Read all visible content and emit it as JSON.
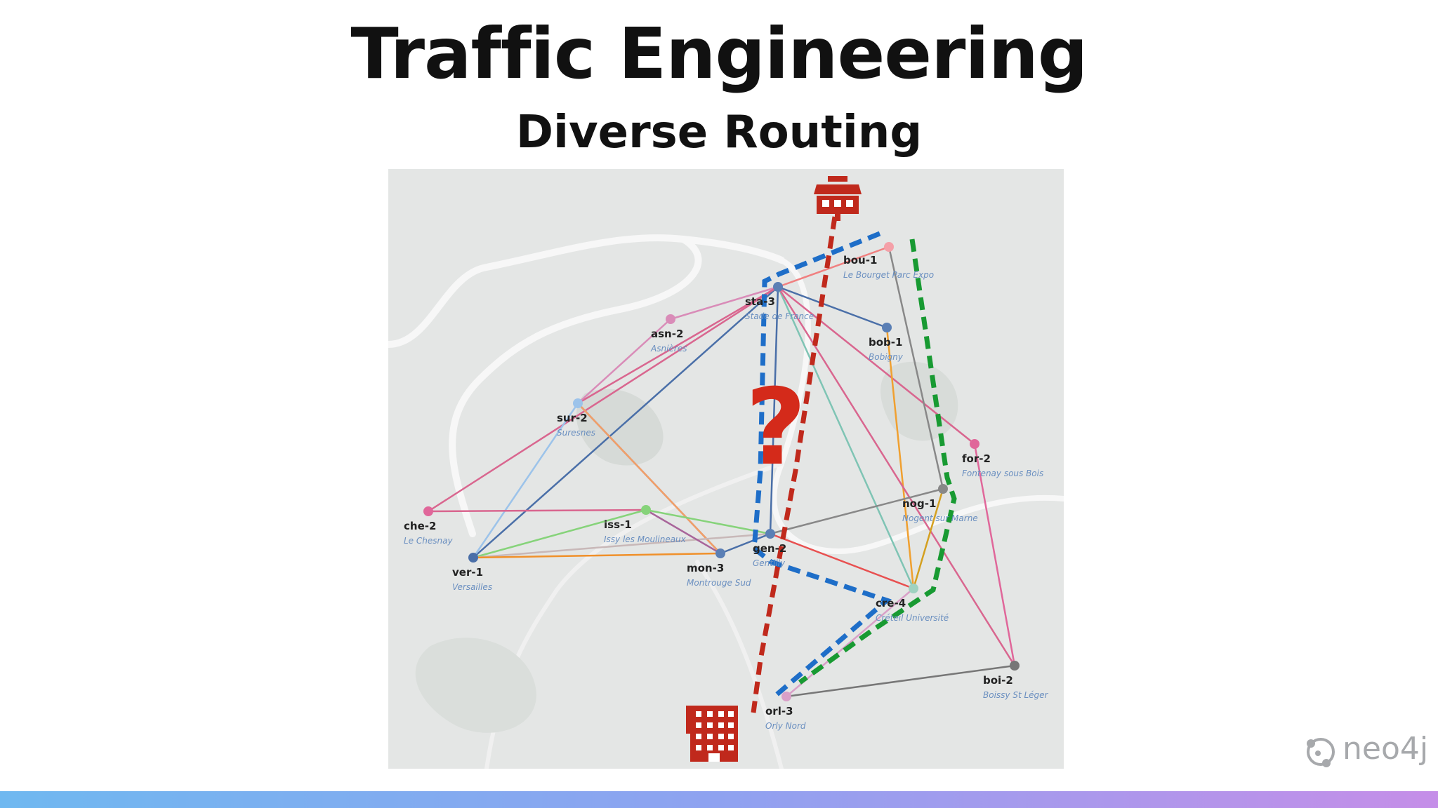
{
  "slide": {
    "title": "Traffic Engineering",
    "subtitle": "Diverse Routing",
    "brand": "neo4j",
    "question_mark": "?"
  },
  "nodes": [
    {
      "id": "bou-1",
      "label": "bou-1",
      "place": "Le Bourget Parc Expo",
      "color": "#f4a0a8"
    },
    {
      "id": "sta-3",
      "label": "sta-3",
      "place": "Stade de France",
      "color": "#5a7fb5"
    },
    {
      "id": "asn-2",
      "label": "asn-2",
      "place": "Asnières",
      "color": "#d98cb8"
    },
    {
      "id": "bob-1",
      "label": "bob-1",
      "place": "Bobigny",
      "color": "#5a7fb5"
    },
    {
      "id": "sur-2",
      "label": "sur-2",
      "place": "Suresnes",
      "color": "#9cc3ea"
    },
    {
      "id": "for-2",
      "label": "for-2",
      "place": "Fontenay sous Bois",
      "color": "#e0679a"
    },
    {
      "id": "nog-1",
      "label": "nog-1",
      "place": "Nogent sur Marne",
      "color": "#888888"
    },
    {
      "id": "che-2",
      "label": "che-2",
      "place": "Le Chesnay",
      "color": "#e0679a"
    },
    {
      "id": "iss-1",
      "label": "iss-1",
      "place": "Issy les Moulineaux",
      "color": "#86d37a"
    },
    {
      "id": "gen-2",
      "label": "gen-2",
      "place": "Gentilly",
      "color": "#5a7fb5"
    },
    {
      "id": "ver-1",
      "label": "ver-1",
      "place": "Versailles",
      "color": "#4a6fa8"
    },
    {
      "id": "mon-3",
      "label": "mon-3",
      "place": "Montrouge Sud",
      "color": "#5a7fb5"
    },
    {
      "id": "cre-4",
      "label": "cre-4",
      "place": "Créteil Université",
      "color": "#9fd2c0"
    },
    {
      "id": "boi-2",
      "label": "boi-2",
      "place": "Boissy St Léger",
      "color": "#777777"
    },
    {
      "id": "orl-3",
      "label": "orl-3",
      "place": "Orly Nord",
      "color": "#d9a0c8"
    }
  ],
  "links": [
    {
      "from": "sta-3",
      "to": "asn-2",
      "color": "#d98cb8"
    },
    {
      "from": "sta-3",
      "to": "sur-2",
      "color": "#d9668f"
    },
    {
      "from": "asn-2",
      "to": "sur-2",
      "color": "#d98cb8"
    },
    {
      "from": "sta-3",
      "to": "ver-1",
      "color": "#4a6fa8"
    },
    {
      "from": "sta-3",
      "to": "gen-2",
      "color": "#4a6fa8"
    },
    {
      "from": "sta-3",
      "to": "bob-1",
      "color": "#4a6fa8"
    },
    {
      "from": "sta-3",
      "to": "cre-4",
      "color": "#7fc4b4"
    },
    {
      "from": "sta-3",
      "to": "for-2",
      "color": "#d9668f"
    },
    {
      "from": "sta-3",
      "to": "che-2",
      "color": "#d9668f"
    },
    {
      "from": "sta-3",
      "to": "bou-1",
      "color": "#f08080"
    },
    {
      "from": "bou-1",
      "to": "nog-1",
      "color": "#888888"
    },
    {
      "from": "bob-1",
      "to": "cre-4",
      "color": "#f0a030"
    },
    {
      "from": "sta-3",
      "to": "boi-2",
      "color": "#d9668f"
    },
    {
      "from": "sur-2",
      "to": "ver-1",
      "color": "#9cc3ea"
    },
    {
      "from": "sur-2",
      "to": "mon-3",
      "color": "#a8659a"
    },
    {
      "from": "sur-2",
      "to": "mon-3",
      "color": "#f0a068"
    },
    {
      "from": "che-2",
      "to": "iss-1",
      "color": "#d9668f"
    },
    {
      "from": "ver-1",
      "to": "iss-1",
      "color": "#86d37a"
    },
    {
      "from": "ver-1",
      "to": "gen-2",
      "color": "#c8b8b8"
    },
    {
      "from": "ver-1",
      "to": "mon-3",
      "color": "#f0902a"
    },
    {
      "from": "iss-1",
      "to": "gen-2",
      "color": "#86d37a"
    },
    {
      "from": "iss-1",
      "to": "mon-3",
      "color": "#a8659a"
    },
    {
      "from": "mon-3",
      "to": "gen-2",
      "color": "#4a6fa8"
    },
    {
      "from": "gen-2",
      "to": "nog-1",
      "color": "#888888"
    },
    {
      "from": "gen-2",
      "to": "cre-4",
      "color": "#e85050"
    },
    {
      "from": "nog-1",
      "to": "cre-4",
      "color": "#d4a020"
    },
    {
      "from": "cre-4",
      "to": "orl-3",
      "color": "#d9a0c8"
    },
    {
      "from": "orl-3",
      "to": "boi-2",
      "color": "#777777"
    },
    {
      "from": "boi-2",
      "to": "for-2",
      "color": "#e0679a"
    }
  ],
  "routes": [
    {
      "name": "red",
      "color": "#c0291c"
    },
    {
      "name": "blue",
      "color": "#1e6ec8"
    },
    {
      "name": "green",
      "color": "#189a32"
    }
  ]
}
